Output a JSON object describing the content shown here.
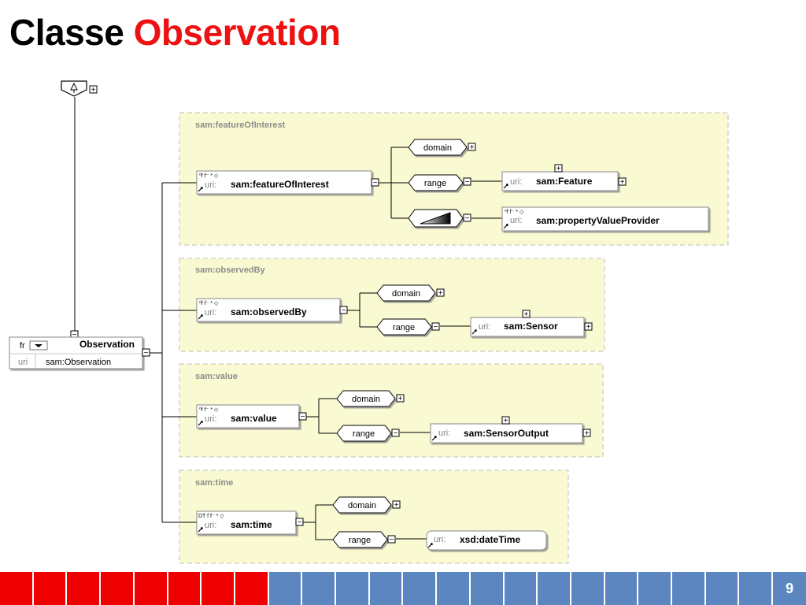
{
  "slide": {
    "title_prefix": "Classe",
    "title_highlight": "Observation",
    "page_number": "9"
  },
  "colors": {
    "title_highlight": "#ee1111",
    "group_fill": "#fafad2",
    "group_border": "#bdbdbd",
    "footer_red": "#ee0000",
    "footer_blue": "#5b86c0"
  },
  "diagram": {
    "root": {
      "lang": "fr",
      "name": "Observation",
      "uri_label": "uri",
      "uri": "sam:Observation"
    },
    "glyphs": {
      "expand": "+",
      "collapse": "−",
      "prop_flags": "⁰f f⁻ * ◇",
      "dt_flags": "DT f f⁻ * ◇"
    },
    "groups": {
      "feature": {
        "title": "sam:featureOfInterest",
        "property_uri_label": "uri:",
        "property": "sam:featureOfInterest",
        "domain": "domain",
        "range": "range",
        "range_target_uri_label": "uri:",
        "range_target": "sam:Feature",
        "other_target_uri_label": "uri:",
        "other_target": "sam:propertyValueProvider"
      },
      "observed": {
        "title": "sam:observedBy",
        "property_uri_label": "uri:",
        "property": "sam:observedBy",
        "domain": "domain",
        "range": "range",
        "range_target_uri_label": "uri:",
        "range_target": "sam:Sensor"
      },
      "value": {
        "title": "sam:value",
        "property_uri_label": "uri:",
        "property": "sam:value",
        "domain": "domain",
        "range": "range",
        "range_target_uri_label": "uri:",
        "range_target": "sam:SensorOutput"
      },
      "time": {
        "title": "sam:time",
        "property_uri_label": "uri:",
        "property": "sam:time",
        "domain": "domain",
        "range": "range",
        "range_target_uri_label": "uri:",
        "range_target": "xsd:dateTime"
      }
    }
  }
}
